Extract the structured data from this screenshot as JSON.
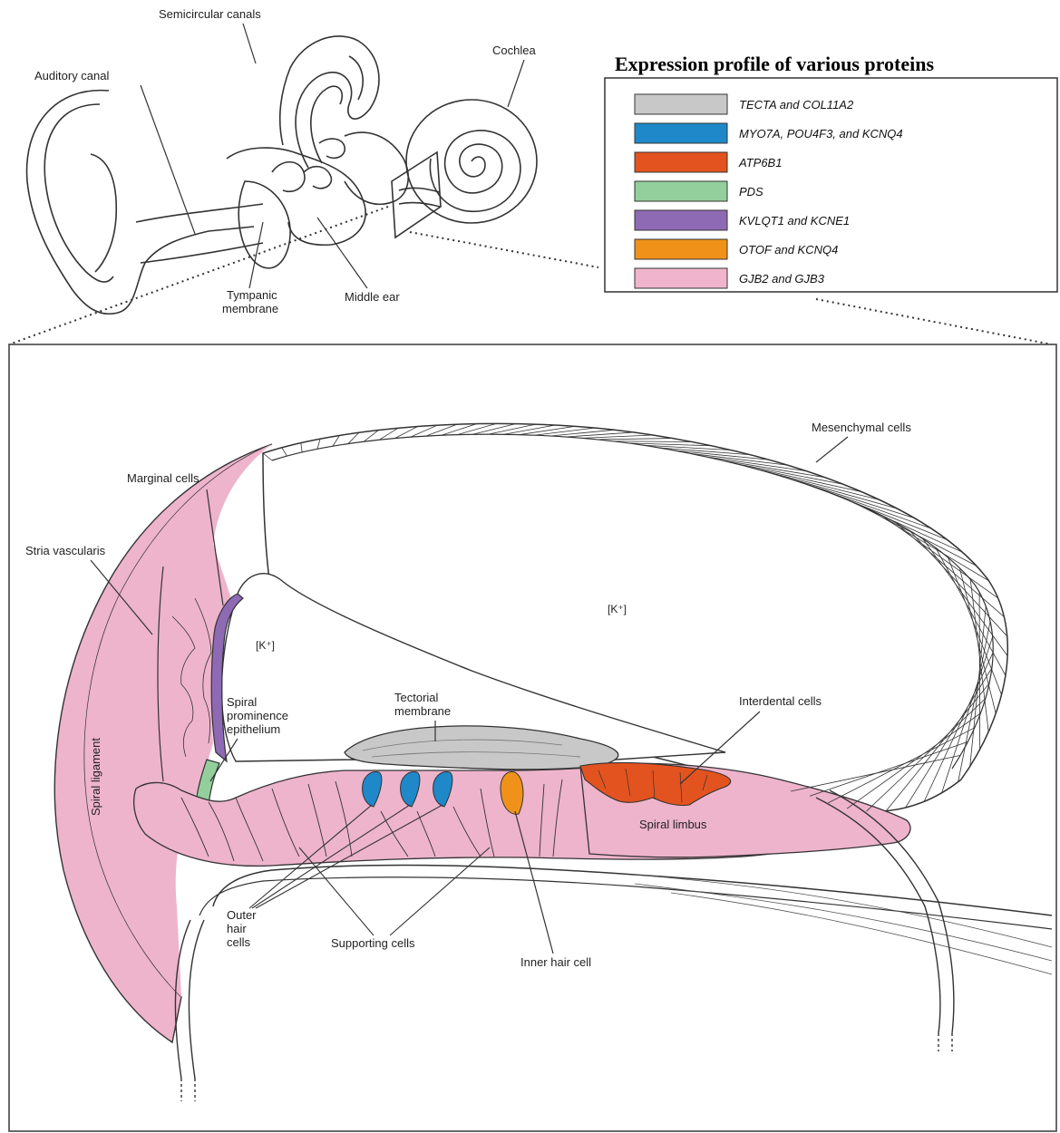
{
  "legend": {
    "title": "Expression profile of various proteins",
    "items": [
      {
        "text": "TECTA and COL11A2",
        "color": "#c8c8c8"
      },
      {
        "text": "MYO7A, POU4F3, and KCNQ4",
        "color": "#1e88c8"
      },
      {
        "text": "ATP6B1",
        "color": "#e2531f"
      },
      {
        "text": "PDS",
        "color": "#93cf9c"
      },
      {
        "text": "KVLQT1 and KCNE1",
        "color": "#8e6ab4"
      },
      {
        "text": "OTOF and KCNQ4",
        "color": "#f0921a"
      },
      {
        "text": "GJB2 and GJB3",
        "color": "#f0b5cc"
      }
    ]
  },
  "ear_labels": {
    "semicircular_canals": "Semicircular canals",
    "cochlea": "Cochlea",
    "auditory_canal": "Auditory canal",
    "tympanic_line1": "Tympanic",
    "tympanic_line2": "membrane",
    "middle_ear": "Middle ear"
  },
  "section_labels": {
    "mesenchymal_cells": "Mesenchymal cells",
    "marginal_cells": "Marginal cells",
    "stria_vascularis": "Stria vascularis",
    "k_ion_upper": "[K⁺]",
    "k_ion_lower": "[K⁺]",
    "spiral_prominence_line1": "Spiral",
    "spiral_prominence_line2": "prominence",
    "spiral_prominence_line3": "epithelium",
    "tectorial_line1": "Tectorial",
    "tectorial_line2": "membrane",
    "interdental_cells": "Interdental cells",
    "spiral_ligament": "Spiral ligament",
    "spiral_limbus": "Spiral limbus",
    "outer_hair_line1": "Outer",
    "outer_hair_line2": "hair",
    "outer_hair_line3": "cells",
    "supporting_cells": "Supporting cells",
    "inner_hair_cell": "Inner hair cell"
  },
  "colors": {
    "pink": "#eeb4cc",
    "purple": "#8e6ab4",
    "green": "#93cf9c",
    "grey": "#c8c8c8",
    "blue": "#1e88c8",
    "orange": "#f0921a",
    "red_orange": "#e2531f"
  }
}
